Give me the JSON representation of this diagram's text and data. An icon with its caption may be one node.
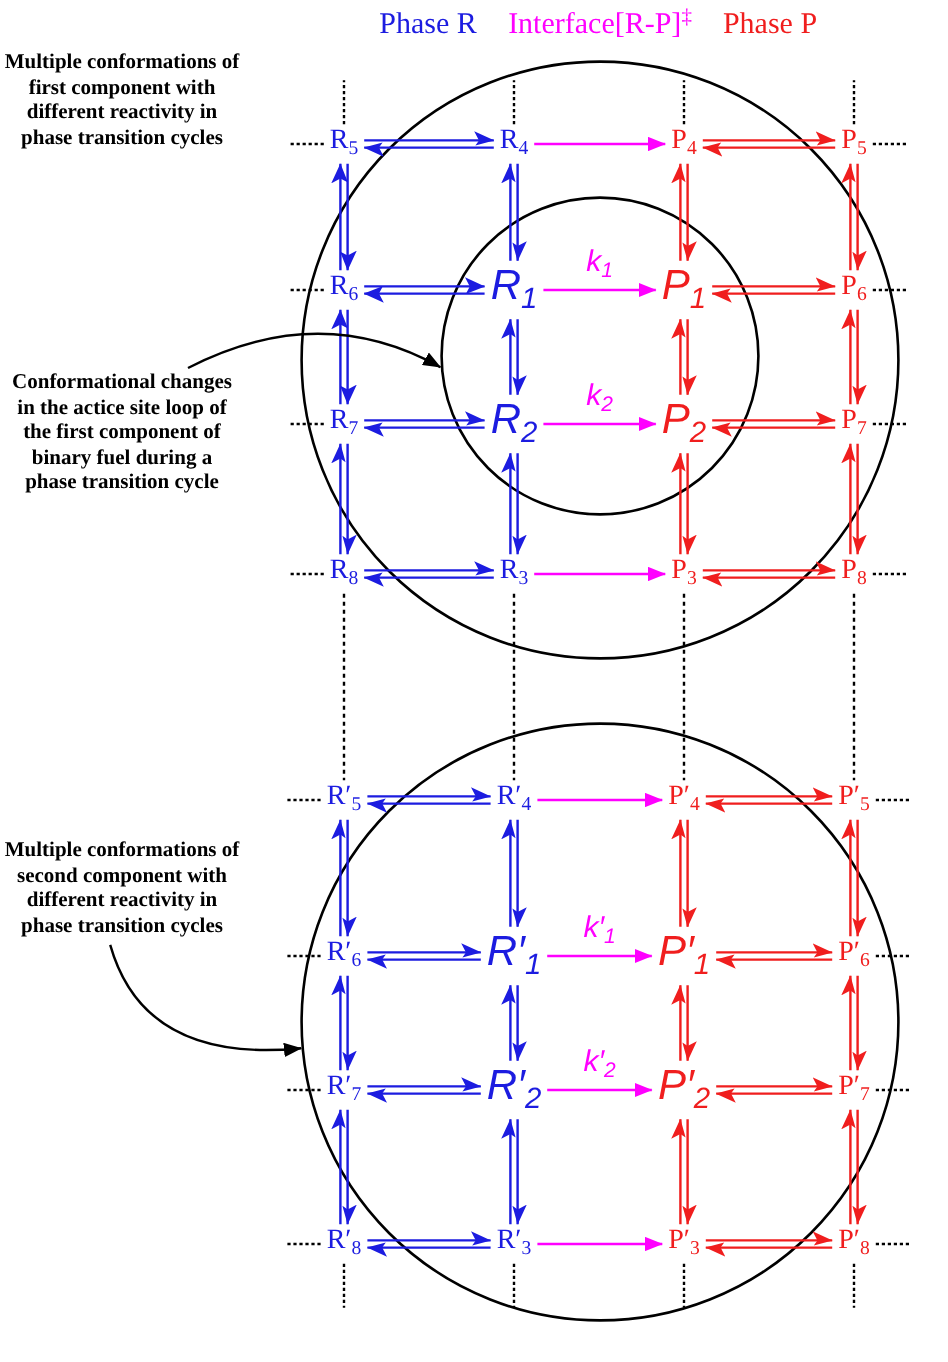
{
  "diagram": {
    "nodes": [
      {
        "text": [],
        "shape": "circle"
      },
      {
        "text": [
          "R$_{5}$"
        ]
      },
      {
        "text": [
          "R$_{4}$"
        ],
        "in": 0
      },
      {
        "text": [
          "P$_{4}$"
        ],
        "in": 0
      },
      {
        "text": [
          "P$_{5}$"
        ]
      },
      {
        "text": [],
        "shape": "circle",
        "in": 0
      },
      {
        "text": [
          "R$_{6}$"
        ],
        "in": 0
      },
      {
        "text": [
          "R$_{1}$"
        ],
        "in": 5
      },
      {
        "text": [
          "P$_{1}$"
        ],
        "in": 5
      },
      {
        "text": [
          "P$_{6}$"
        ],
        "in": 0
      },
      {
        "text": [
          "Conformational changes in the actice site loop of the first component of binary fuel during a phase transition cycle"
        ]
      },
      {
        "text": [
          "R$_{7}$"
        ],
        "in": 0
      },
      {
        "text": [
          "R$_{2}$"
        ],
        "in": 5
      },
      {
        "text": [
          "P$_{2}$"
        ],
        "in": 5
      },
      {
        "text": [
          "P$_{7}$"
        ],
        "in": 0
      },
      {
        "text": [
          "R$_{8}$"
        ]
      },
      {
        "text": [
          "R$_{3}$"
        ],
        "in": 0
      },
      {
        "text": [
          "P$_{3}$"
        ],
        "in": 0
      },
      {
        "text": [
          "P$_{8}$"
        ]
      },
      {
        "text": [],
        "shape": "circle"
      },
      {
        "text": [
          "R′$_{5}$"
        ]
      },
      {
        "text": [
          "R′$_{4}$"
        ],
        "in": 19
      },
      {
        "text": [
          "P′$_{4}$"
        ],
        "in": 19
      },
      {
        "text": [
          "P′$_{5}$"
        ]
      },
      {
        "text": [
          "Multiple conformations of second component with different reactivity in phase transition cycles"
        ]
      },
      {
        "text": [
          "R′$_{6}$"
        ],
        "in": 19
      },
      {
        "text": [
          "R′$_{1}$"
        ],
        "in": 19
      },
      {
        "text": [
          "P′$_{1}$"
        ],
        "in": 19
      },
      {
        "text": [
          "P′$_{6}$"
        ],
        "in": 19
      },
      {
        "text": [
          "R′$_{7}$"
        ],
        "in": 19
      },
      {
        "text": [
          "R′$_{2}$"
        ],
        "in": 19
      },
      {
        "text": [
          "P′$_{2}$"
        ],
        "in": 19
      },
      {
        "text": [
          "P′$_{7}$"
        ],
        "in": 19
      },
      {
        "text": [
          "R′$_{8}$"
        ]
      },
      {
        "text": [
          "R′$_{3}$"
        ],
        "in": 19
      },
      {
        "text": [
          "P′$_{3}$"
        ],
        "in": 19
      },
      {
        "text": [
          "P′$_{8}$"
        ]
      }
    ],
    "edges": [
      {
        "from": 1,
        "to": 2,
        "arrow": "both",
        "color": "#1c1ce0"
      },
      {
        "from": 2,
        "to": 3,
        "arrow": "to",
        "color": "#ff00ff"
      },
      {
        "from": 3,
        "to": 4,
        "arrow": "both",
        "color": "#f01e1e"
      },
      {
        "from": 1,
        "to": 6,
        "arrow": "both",
        "color": "#1c1ce0"
      },
      {
        "from": 2,
        "to": 7,
        "arrow": "both",
        "color": "#1c1ce0"
      },
      {
        "from": 3,
        "to": 8,
        "arrow": "both",
        "color": "#f01e1e"
      },
      {
        "from": 4,
        "to": 9,
        "arrow": "both",
        "color": "#f01e1e"
      },
      {
        "from": 6,
        "to": 7,
        "arrow": "both",
        "color": "#1c1ce0"
      },
      {
        "from": 7,
        "to": 8,
        "label": "k$_{1}$",
        "arrow": "to",
        "color": "#ff00ff"
      },
      {
        "from": 8,
        "to": 9,
        "arrow": "both",
        "color": "#f01e1e"
      },
      {
        "from": 6,
        "to": 11,
        "arrow": "both",
        "color": "#1c1ce0"
      },
      {
        "from": 7,
        "to": 12,
        "arrow": "both",
        "color": "#1c1ce0"
      },
      {
        "from": 8,
        "to": 13,
        "arrow": "both",
        "color": "#f01e1e"
      },
      {
        "from": 9,
        "to": 14,
        "arrow": "both",
        "color": "#f01e1e"
      },
      {
        "from": 10,
        "to": 5,
        "arrow": "to"
      },
      {
        "from": 11,
        "to": 12,
        "arrow": "both",
        "color": "#1c1ce0"
      },
      {
        "from": 12,
        "to": 13,
        "label": "k$_{2}$",
        "arrow": "to",
        "color": "#ff00ff"
      },
      {
        "from": 13,
        "to": 14,
        "arrow": "both",
        "color": "#f01e1e"
      },
      {
        "from": 11,
        "to": 15,
        "arrow": "both",
        "color": "#1c1ce0"
      },
      {
        "from": 12,
        "to": 16,
        "arrow": "both",
        "color": "#1c1ce0"
      },
      {
        "from": 13,
        "to": 17,
        "arrow": "both",
        "color": "#f01e1e"
      },
      {
        "from": 14,
        "to": 18,
        "arrow": "both",
        "color": "#f01e1e"
      },
      {
        "from": 15,
        "to": 16,
        "arrow": "both",
        "color": "#1c1ce0"
      },
      {
        "from": 16,
        "to": 17,
        "arrow": "to",
        "color": "#ff00ff"
      },
      {
        "from": 17,
        "to": 18,
        "arrow": "both",
        "color": "#f01e1e"
      },
      {
        "from": 1,
        "to": null,
        "arrow": "none",
        "style": "dashed"
      },
      {
        "from": 2,
        "to": null,
        "arrow": "none",
        "style": "dashed"
      },
      {
        "from": 3,
        "to": null,
        "arrow": "none",
        "style": "dashed"
      },
      {
        "from": 4,
        "to": null,
        "arrow": "none",
        "style": "dashed"
      },
      {
        "from": 1,
        "to": null,
        "arrow": "none",
        "style": "dashed"
      },
      {
        "from": 4,
        "to": null,
        "arrow": "none",
        "style": "dashed"
      },
      {
        "from": 6,
        "to": null,
        "arrow": "none",
        "style": "dashed"
      },
      {
        "from": 9,
        "to": null,
        "arrow": "none",
        "style": "dashed"
      },
      {
        "from": 11,
        "to": null,
        "arrow": "none",
        "style": "dashed"
      },
      {
        "from": 14,
        "to": null,
        "arrow": "none",
        "style": "dashed"
      },
      {
        "from": 15,
        "to": null,
        "arrow": "none",
        "style": "dashed"
      },
      {
        "from": 18,
        "to": null,
        "arrow": "none",
        "style": "dashed"
      },
      {
        "from": 15,
        "to": 20,
        "arrow": "none",
        "style": "dashed"
      },
      {
        "from": 16,
        "to": 21,
        "arrow": "none",
        "style": "dashed"
      },
      {
        "from": 17,
        "to": 22,
        "arrow": "none",
        "style": "dashed"
      },
      {
        "from": 18,
        "to": 23,
        "arrow": "none",
        "style": "dashed"
      },
      {
        "from": 20,
        "to": 21,
        "arrow": "both",
        "color": "#1c1ce0"
      },
      {
        "from": 21,
        "to": 22,
        "arrow": "to",
        "color": "#ff00ff"
      },
      {
        "from": 22,
        "to": 23,
        "arrow": "both",
        "color": "#f01e1e"
      },
      {
        "from": 20,
        "to": 25,
        "arrow": "both",
        "color": "#1c1ce0"
      },
      {
        "from": 21,
        "to": 26,
        "arrow": "both",
        "color": "#1c1ce0"
      },
      {
        "from": 22,
        "to": 27,
        "arrow": "both",
        "color": "#f01e1e"
      },
      {
        "from": 23,
        "to": 28,
        "arrow": "both",
        "color": "#f01e1e"
      },
      {
        "from": 24,
        "to": 19,
        "arrow": "to"
      },
      {
        "from": 25,
        "to": 26,
        "arrow": "both",
        "color": "#1c1ce0"
      },
      {
        "from": 26,
        "to": 27,
        "label": "k′$_{1}$",
        "arrow": "to",
        "color": "#ff00ff"
      },
      {
        "from": 27,
        "to": 28,
        "arrow": "both",
        "color": "#f01e1e"
      },
      {
        "from": 25,
        "to": 29,
        "arrow": "both",
        "color": "#1c1ce0"
      },
      {
        "from": 26,
        "to": 30,
        "arrow": "both",
        "color": "#1c1ce0"
      },
      {
        "from": 27,
        "to": 31,
        "arrow": "both",
        "color": "#f01e1e"
      },
      {
        "from": 28,
        "to": 32,
        "arrow": "both",
        "color": "#f01e1e"
      },
      {
        "from": 29,
        "to": 30,
        "arrow": "both",
        "color": "#1c1ce0"
      },
      {
        "from": 30,
        "to": 31,
        "label": "k′$_{2}$",
        "arrow": "to",
        "color": "#ff00ff"
      },
      {
        "from": 31,
        "to": 32,
        "arrow": "both",
        "color": "#f01e1e"
      },
      {
        "from": 29,
        "to": 33,
        "arrow": "both",
        "color": "#1c1ce0"
      },
      {
        "from": 30,
        "to": 34,
        "arrow": "both",
        "color": "#1c1ce0"
      },
      {
        "from": 31,
        "to": 35,
        "arrow": "both",
        "color": "#f01e1e"
      },
      {
        "from": 32,
        "to": 36,
        "arrow": "both",
        "color": "#f01e1e"
      },
      {
        "from": 33,
        "to": 34,
        "arrow": "both",
        "color": "#1c1ce0"
      },
      {
        "from": 34,
        "to": 35,
        "arrow": "to",
        "color": "#ff00ff"
      },
      {
        "from": 35,
        "to": 36,
        "arrow": "both",
        "color": "#f01e1e"
      },
      {
        "from": 20,
        "to": null,
        "arrow": "none",
        "style": "dashed"
      },
      {
        "from": 23,
        "to": null,
        "arrow": "none",
        "style": "dashed"
      },
      {
        "from": 25,
        "to": null,
        "arrow": "none",
        "style": "dashed"
      },
      {
        "from": 28,
        "to": null,
        "arrow": "none",
        "style": "dashed"
      },
      {
        "from": 29,
        "to": null,
        "arrow": "none",
        "style": "dashed"
      },
      {
        "from": 32,
        "to": null,
        "arrow": "none",
        "style": "dashed"
      },
      {
        "from": 33,
        "to": null,
        "arrow": "none",
        "style": "dashed"
      },
      {
        "from": 36,
        "to": null,
        "arrow": "none",
        "style": "dashed"
      },
      {
        "from": 33,
        "to": null,
        "arrow": "none",
        "style": "dashed"
      },
      {
        "from": 34,
        "to": null,
        "arrow": "none",
        "style": "dashed"
      },
      {
        "from": 35,
        "to": null,
        "arrow": "none",
        "style": "dashed"
      },
      {
        "from": 36,
        "to": null,
        "arrow": "none",
        "style": "dashed"
      }
    ],
    "labels": [
      "Phase R",
      "Interface[R-P]$^{‡}$",
      "Phase P",
      "Multiple conformations of first component with different reactivity in phase transition cycles"
    ]
  }
}
